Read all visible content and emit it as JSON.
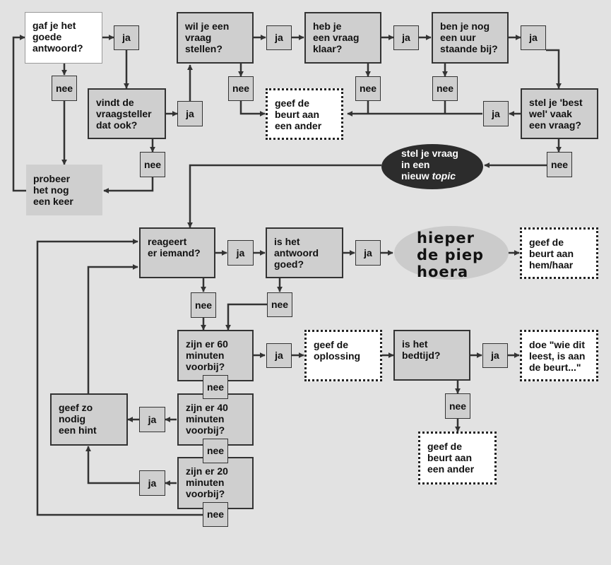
{
  "diagram": {
    "q_goede_antwoord": [
      "gaf je het",
      "goede",
      "antwoord?"
    ],
    "q_vraagsteller": [
      "vindt de",
      "vraagsteller",
      "dat ook?"
    ],
    "probeer_opnieuw": [
      "probeer",
      "het nog",
      "een keer"
    ],
    "q_vraag_stellen": [
      "wil je een",
      "vraag",
      "stellen?"
    ],
    "q_vraag_klaar": [
      "heb je",
      "een vraag",
      "klaar?"
    ],
    "q_uur_staande": [
      "ben je nog",
      "een uur",
      "staande bij?"
    ],
    "q_best_wel_vaak": [
      "stel je 'best",
      "wel' vaak",
      "een vraag?"
    ],
    "beurt_ander_1": [
      "geef de",
      "beurt aan",
      "een ander"
    ],
    "nieuw_topic": {
      "line1": "stel je vraag",
      "line2": "in een",
      "line3_prefix": "nieuw ",
      "line3_italic": "topic"
    },
    "q_reageert": [
      "reageert",
      "er iemand?"
    ],
    "q_antwoord_goed": [
      "is het",
      "antwoord",
      "goed?"
    ],
    "hieper": [
      "hieper",
      "de piep",
      "hoera"
    ],
    "beurt_hem": [
      "geef de",
      "beurt aan",
      "hem/haar"
    ],
    "q_60": [
      "zijn er 60",
      "minuten",
      "voorbij?"
    ],
    "q_40": [
      "zijn er 40",
      "minuten",
      "voorbij?"
    ],
    "q_20": [
      "zijn er 20",
      "minuten",
      "voorbij?"
    ],
    "oplossing": [
      "geef de",
      "oplossing"
    ],
    "q_bedtijd": [
      "is het",
      "bedtijd?"
    ],
    "wie_dit_leest": [
      "doe \"wie dit",
      "leest, is aan",
      "de beurt...\""
    ],
    "beurt_ander_2": [
      "geef de",
      "beurt aan",
      "een ander"
    ],
    "hint": [
      "geef zo",
      "nodig",
      "een hint"
    ],
    "labels": {
      "ja": "ja",
      "nee": "nee"
    }
  }
}
